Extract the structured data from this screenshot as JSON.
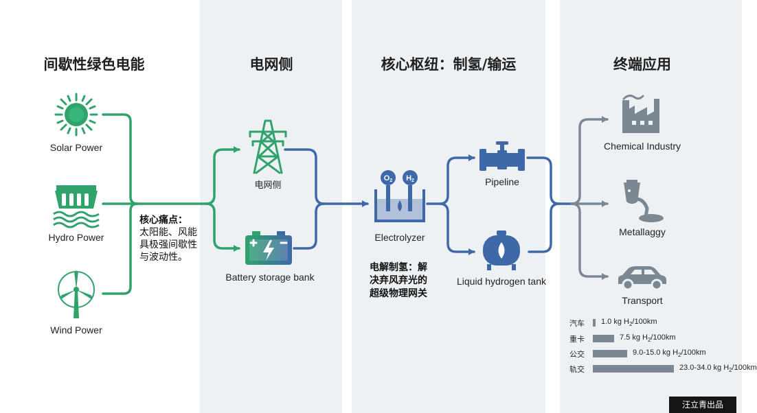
{
  "columns": [
    {
      "title": "间歇性绿色电能"
    },
    {
      "title": "电网侧"
    },
    {
      "title": "核心枢纽：制氢/输运"
    },
    {
      "title": "终端应用"
    }
  ],
  "sources": {
    "solar": "Solar Power",
    "hydro": "Hydro Power",
    "wind": "Wind Power"
  },
  "pain_note": {
    "head": "核心痛点：",
    "line1": "太阳能、风能",
    "line2": "具极强间歇性",
    "line3": "与波动性。"
  },
  "grid": {
    "tower": "电网侧",
    "battery": "Battery storage bank"
  },
  "hub": {
    "electrolyzer": "Electrolyzer",
    "o2": "O2",
    "h2": "H2",
    "pipeline": "Pipeline",
    "tank": "Liquid hydrogen tank",
    "note_line1": "电解制氢：解",
    "note_line2": "决弃风弃光的",
    "note_line3": "超级物理网关"
  },
  "applications": {
    "chemical": "Chemical Industry",
    "metal": "Metallaggy",
    "transport": "Transport"
  },
  "consumption": [
    {
      "name": "汽车",
      "value": 1.0,
      "label": "1.0 kg H2/100km"
    },
    {
      "name": "重卡",
      "value": 7.5,
      "label": "7.5 kg H2/100km"
    },
    {
      "name": "公交",
      "value": 12.0,
      "label": "9.0-15.0 kg H2/100km"
    },
    {
      "name": "轨交",
      "value": 28.5,
      "label": "23.0-34.0 kg H2/100km"
    }
  ],
  "credit": "汪立青出品",
  "colors": {
    "green": "#2fa36b",
    "blue": "#3f68a8",
    "gray": "#7c8794",
    "band": "#eef1f4"
  }
}
